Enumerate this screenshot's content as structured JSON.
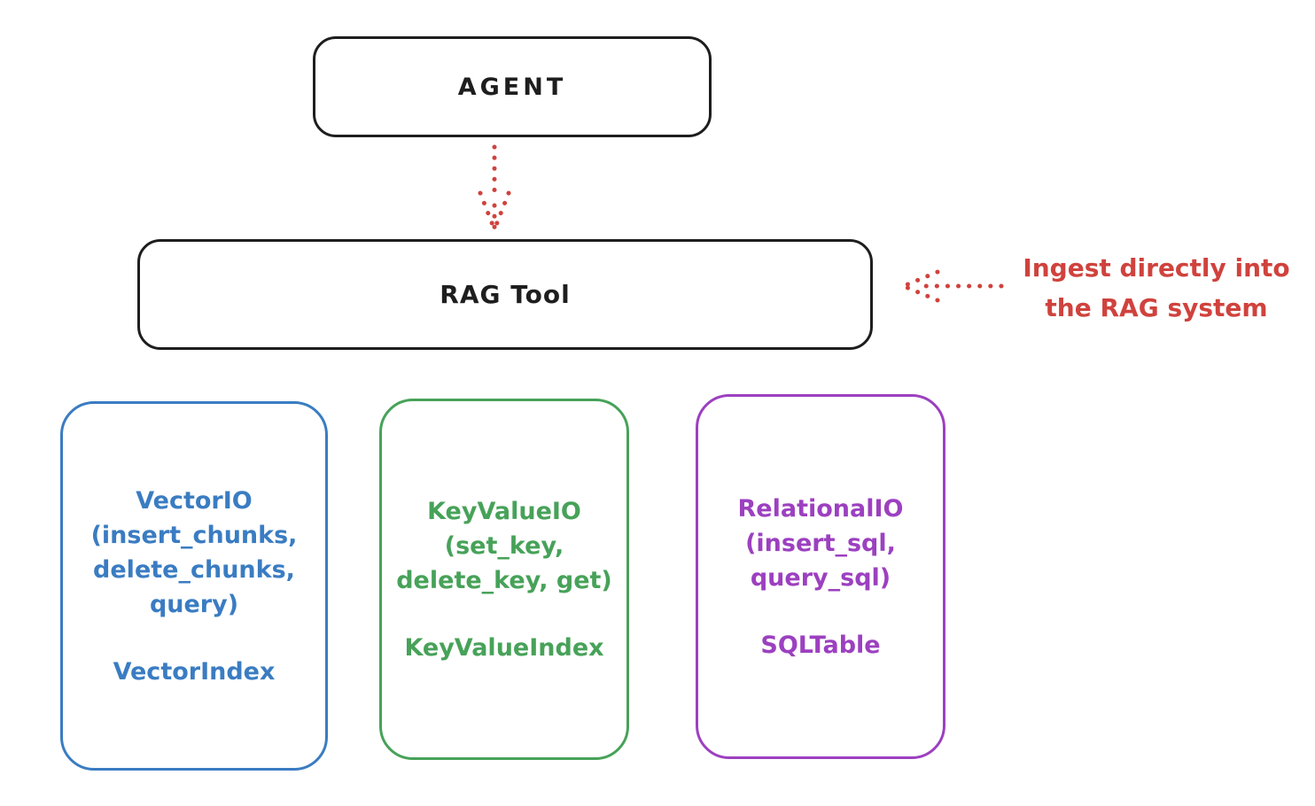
{
  "colors": {
    "ink": "#1e1e1e",
    "red": "#d0423d",
    "blue": "#3a7cc2",
    "green": "#47a259",
    "purple": "#9c40c0",
    "background": "#ffffff"
  },
  "agent": {
    "label": "AGENT"
  },
  "rag_tool": {
    "label": "RAG Tool"
  },
  "annotation": {
    "text": "Ingest directly into\nthe RAG system"
  },
  "arrows": {
    "agent_to_rag": "dotted-down-arrow",
    "ingest": "dotted-left-arrow"
  },
  "io_boxes": {
    "vector": {
      "methods": "VectorIO\n(insert_chunks,\ndelete_chunks,\nquery)",
      "index": "VectorIndex"
    },
    "keyvalue": {
      "methods": "KeyValueIO\n(set_key,\ndelete_key, get)",
      "index": "KeyValueIndex"
    },
    "relational": {
      "methods": "RelationalIO\n(insert_sql,\nquery_sql)",
      "index": "SQLTable"
    }
  }
}
